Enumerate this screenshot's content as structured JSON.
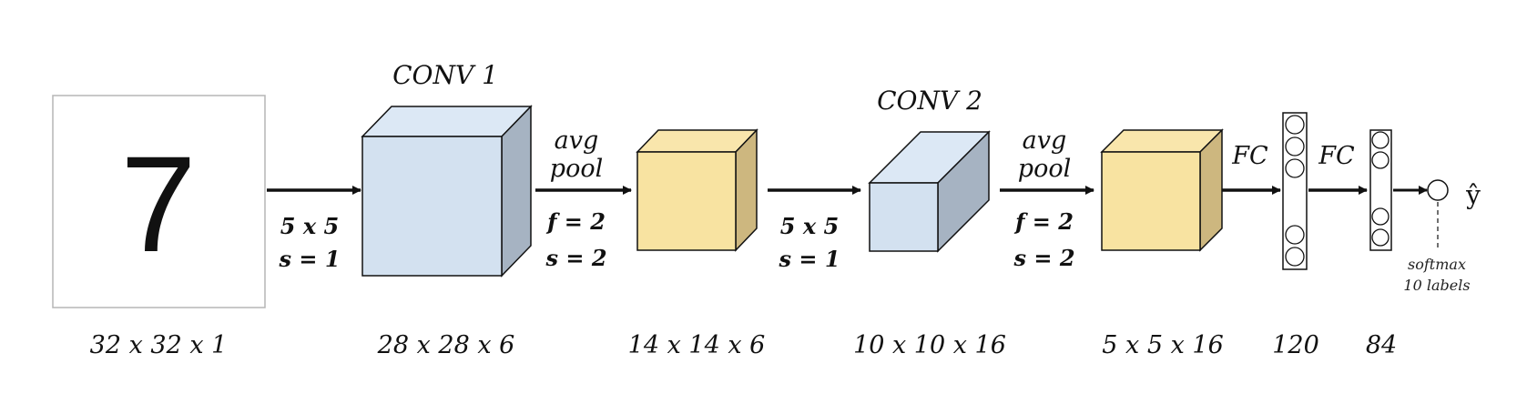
{
  "input": {
    "digit": "7",
    "dims": "32 x 32 x 1"
  },
  "layers": [
    {
      "title": "",
      "dims": "28 x 28 x 6"
    },
    {
      "title": "",
      "dims": "14 x 14 x 6"
    },
    {
      "title": "",
      "dims": "10 x 10 x 16"
    },
    {
      "title": "",
      "dims": "5 x 5 x 16"
    }
  ],
  "titles": {
    "conv1": "CONV 1",
    "conv2": "CONV 2"
  },
  "ops": {
    "conv1": {
      "filter": "5 x 5",
      "stride": "s = 1"
    },
    "pool1": {
      "line1": "avg",
      "line2": "pool",
      "filter": "f = 2",
      "stride": "s = 2"
    },
    "conv2": {
      "filter": "5 x 5",
      "stride": "s = 1"
    },
    "pool2": {
      "line1": "avg",
      "line2": "pool",
      "filter": "f = 2",
      "stride": "s = 2"
    },
    "fc1": "FC",
    "fc2": "FC"
  },
  "fc_layers": [
    {
      "units": "120"
    },
    {
      "units": "84"
    }
  ],
  "output": {
    "symbol": "ŷ",
    "note1": "softmax",
    "note2": "10 labels"
  },
  "colors": {
    "conv_front": "#d3e1f0",
    "conv_side": "#a6b3c2",
    "conv_top": "#dce8f5",
    "pool_front": "#f8e3a1",
    "pool_side": "#cdb77f",
    "pool_top": "#f9e6ac",
    "stroke": "#111111"
  }
}
